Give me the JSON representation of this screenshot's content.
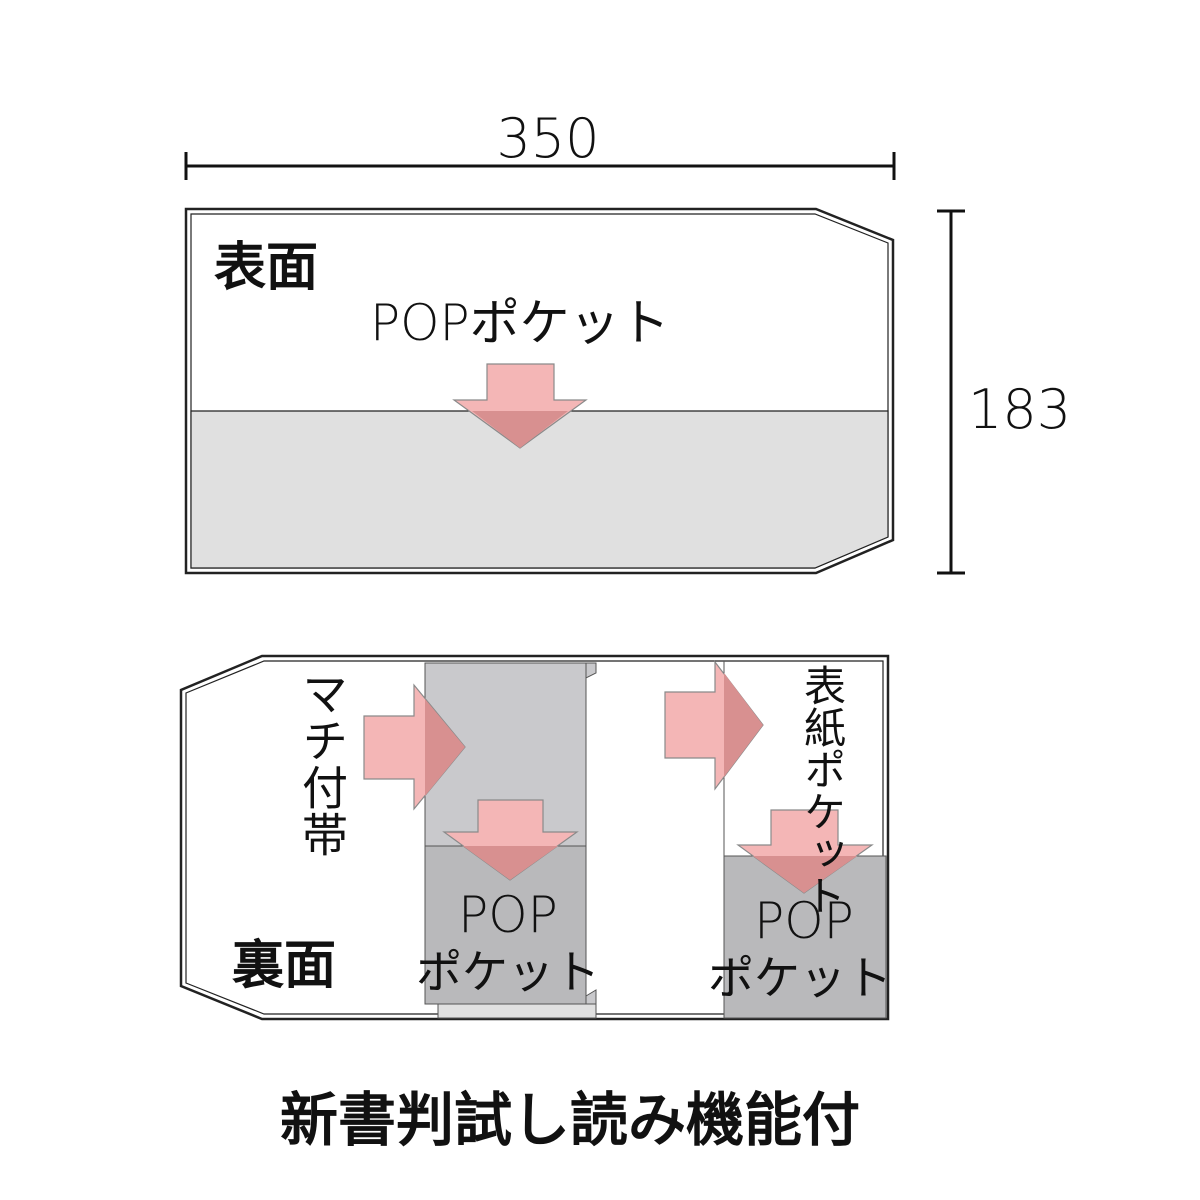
{
  "dimensions": {
    "width_label": "350",
    "height_label": "183"
  },
  "front": {
    "face_label": "表面",
    "pocket_label": "POPポケット"
  },
  "back": {
    "face_label": "裏面",
    "band_label": "マチ付帯",
    "cover_pocket_label": "表紙ポケット",
    "middle_pocket_label_line1": "POP",
    "middle_pocket_label_line2": "ポケット",
    "right_pocket_label_line1": "POP",
    "right_pocket_label_line2": "ポケット"
  },
  "caption": "新書判試し読み機能付",
  "colors": {
    "outline": "#222222",
    "pocket_fill": "#e0e0e0",
    "band_fill": "#c9c9cc",
    "pocket_dark": "#b9b9bb",
    "arrow_fill": "#f4b6b6",
    "arrow_overlap": "#d89090"
  }
}
